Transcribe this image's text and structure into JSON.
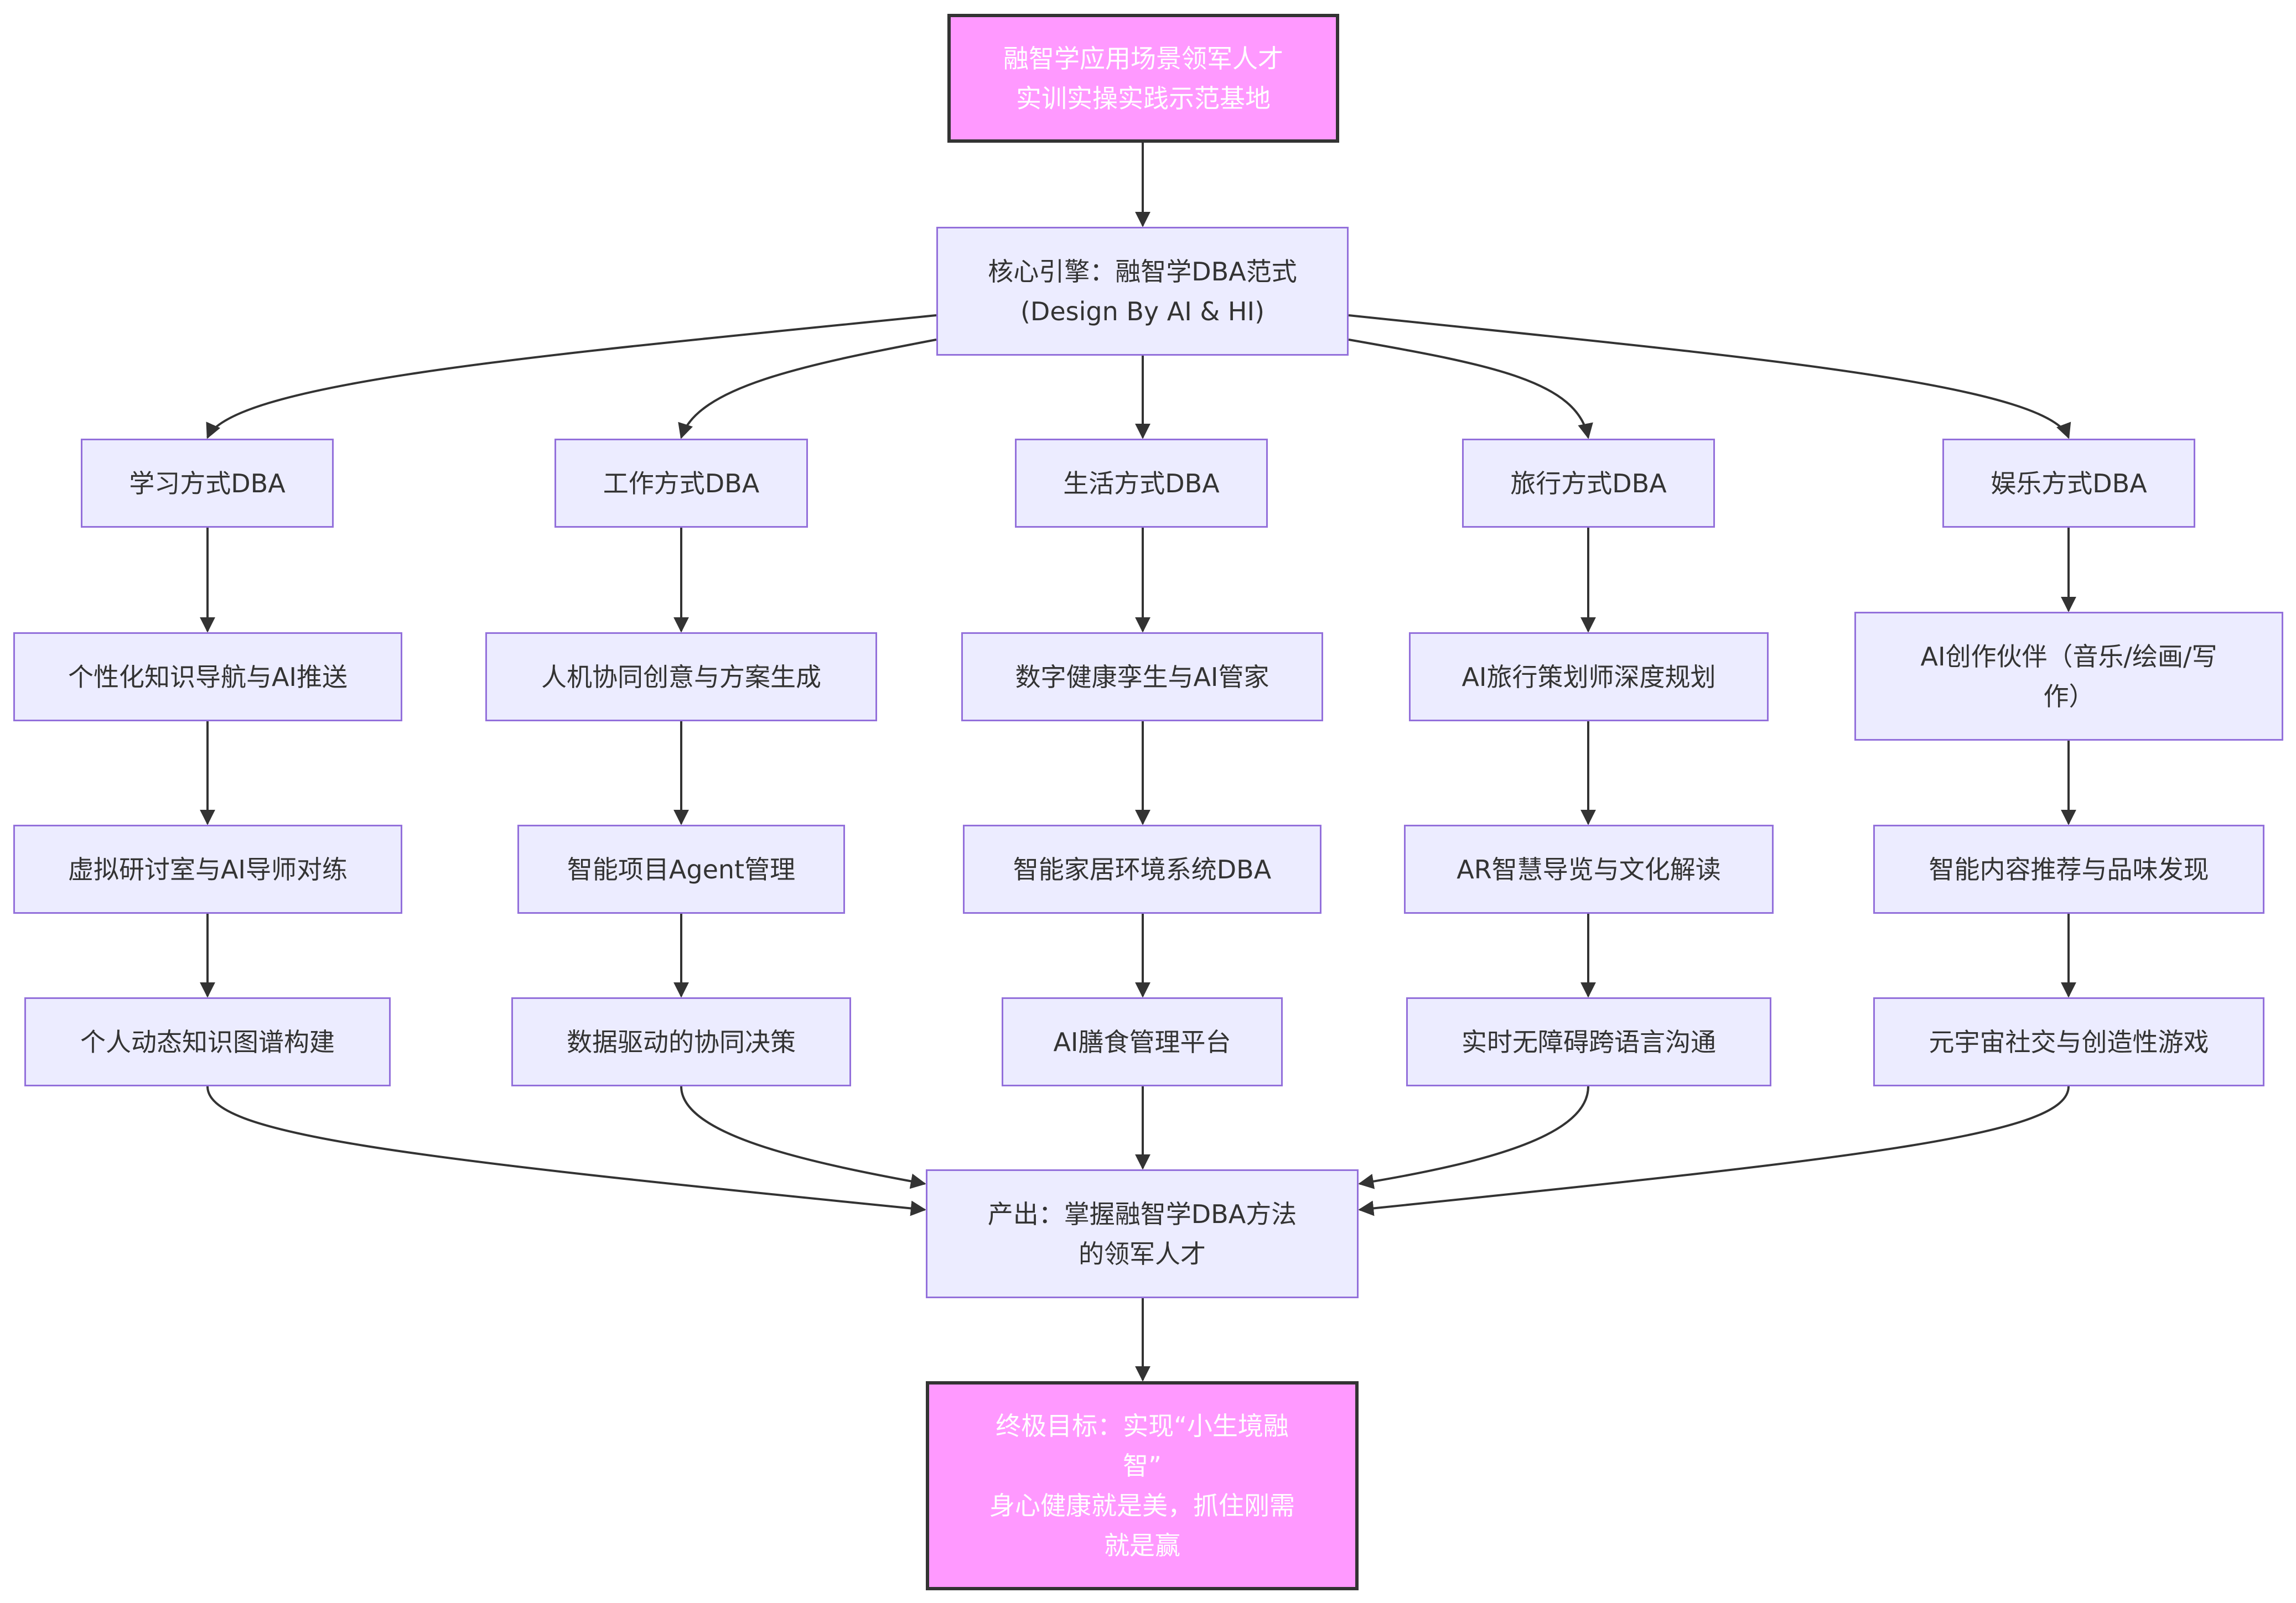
{
  "colors": {
    "node_fill": "#ECECFF",
    "node_border": "#9370DB",
    "highlight_fill": "#FF99FF",
    "highlight_border": "#333333",
    "highlight_text": "#FFFFFF",
    "edge": "#333333",
    "text": "#333333"
  },
  "top": {
    "label": "融智学应用场景领军人才\n实训实操实践示范基地"
  },
  "core": {
    "label": "核心引擎：融智学DBA范式\n(Design By AI & HI)"
  },
  "branches": [
    {
      "label": "学习方式DBA",
      "steps": [
        "个性化知识导航与AI推送",
        "虚拟研讨室与AI导师对练",
        "个人动态知识图谱构建"
      ]
    },
    {
      "label": "工作方式DBA",
      "steps": [
        "人机协同创意与方案生成",
        "智能项目Agent管理",
        "数据驱动的协同决策"
      ]
    },
    {
      "label": "生活方式DBA",
      "steps": [
        "数字健康孪生与AI管家",
        "智能家居环境系统DBA",
        "AI膳食管理平台"
      ]
    },
    {
      "label": "旅行方式DBA",
      "steps": [
        "AI旅行策划师深度规划",
        "AR智慧导览与文化解读",
        "实时无障碍跨语言沟通"
      ]
    },
    {
      "label": "娱乐方式DBA",
      "steps": [
        "AI创作伙伴（音乐/绘画/写\n作）",
        "智能内容推荐与品味发现",
        "元宇宙社交与创造性游戏"
      ]
    }
  ],
  "output": {
    "label": "产出：掌握融智学DBA方法\n的领军人才"
  },
  "goal": {
    "label": "终极目标：实现“小生境融\n智”\n身心健康就是美，抓住刚需\n就是赢"
  }
}
